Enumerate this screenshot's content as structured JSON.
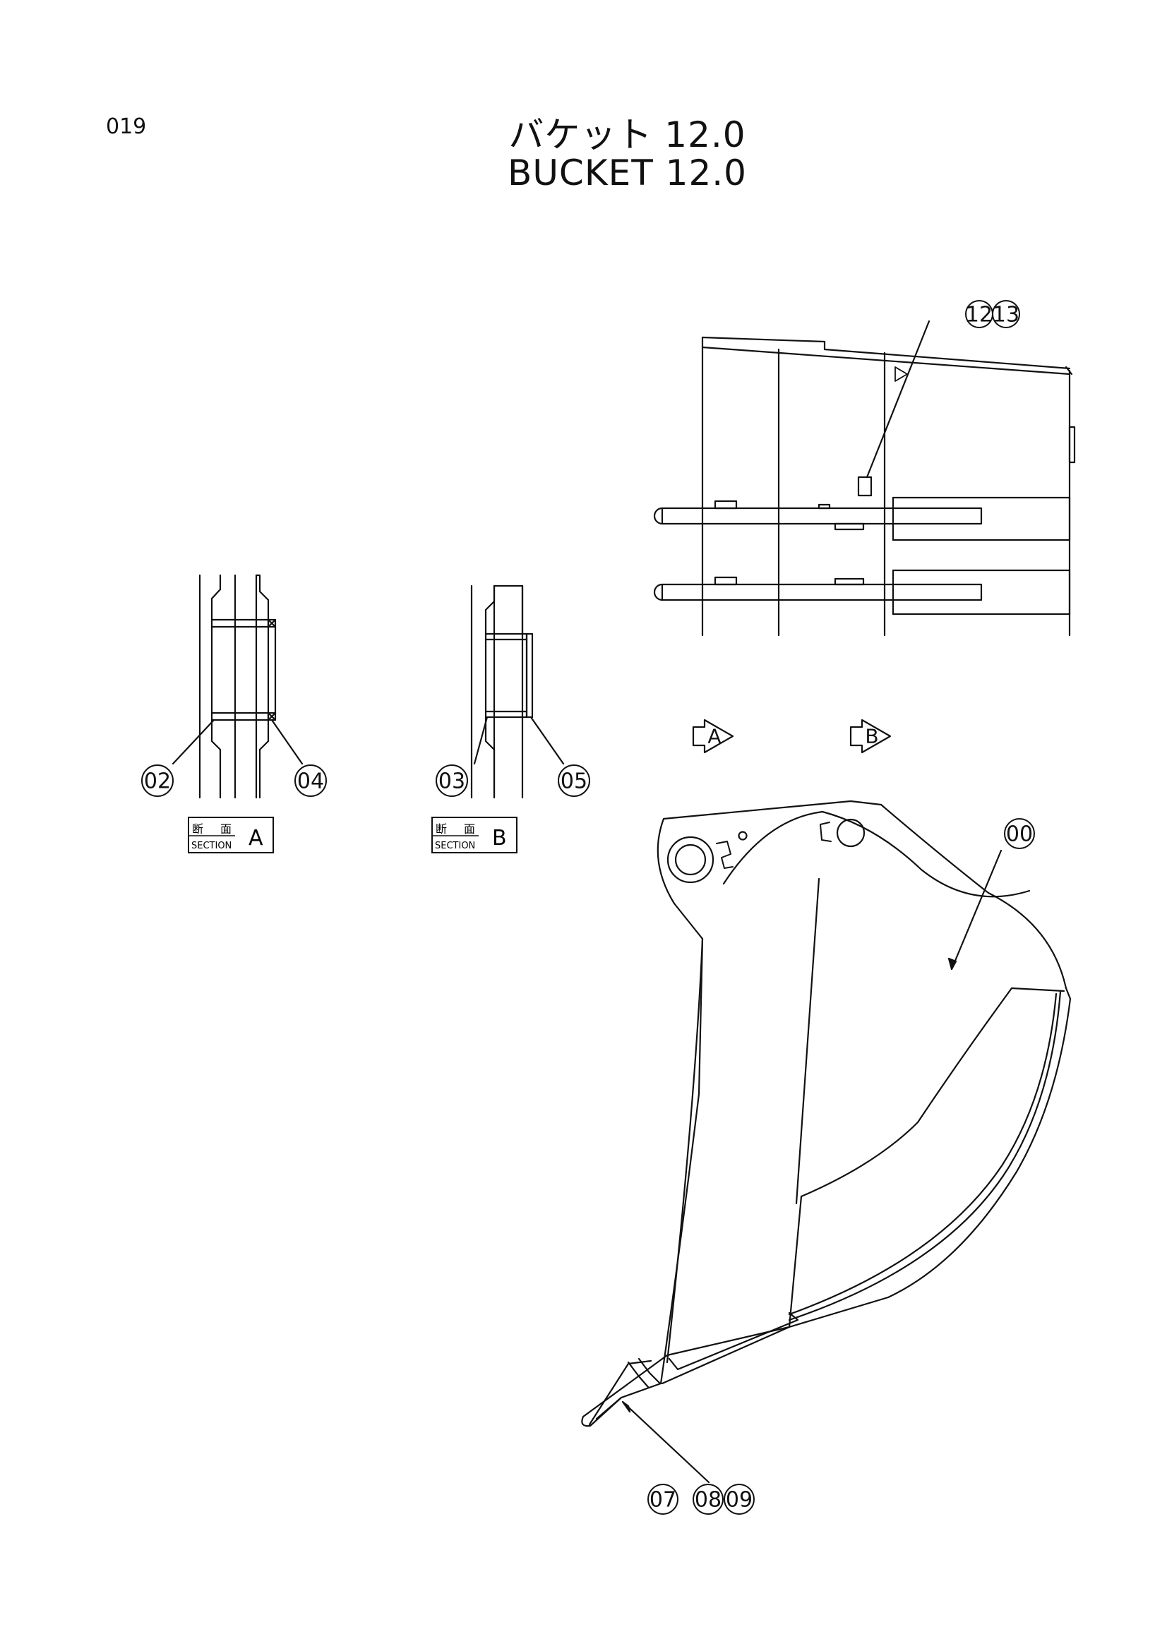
{
  "page_number": "019",
  "title_jp": "バケット 12.0",
  "title_en": "BUCKET 12.0",
  "callouts": {
    "c00": "00",
    "c02": "02",
    "c03": "03",
    "c04": "04",
    "c05": "05",
    "c07": "07",
    "c08": "08",
    "c09": "09",
    "c12": "12",
    "c13": "13"
  },
  "view_arrows": {
    "a": "A",
    "b": "B"
  },
  "section_labels": {
    "a": {
      "jp_1": "断",
      "jp_2": "面",
      "en": "SECTION",
      "letter": "A"
    },
    "b": {
      "jp_1": "断",
      "jp_2": "面",
      "en": "SECTION",
      "letter": "B"
    }
  }
}
